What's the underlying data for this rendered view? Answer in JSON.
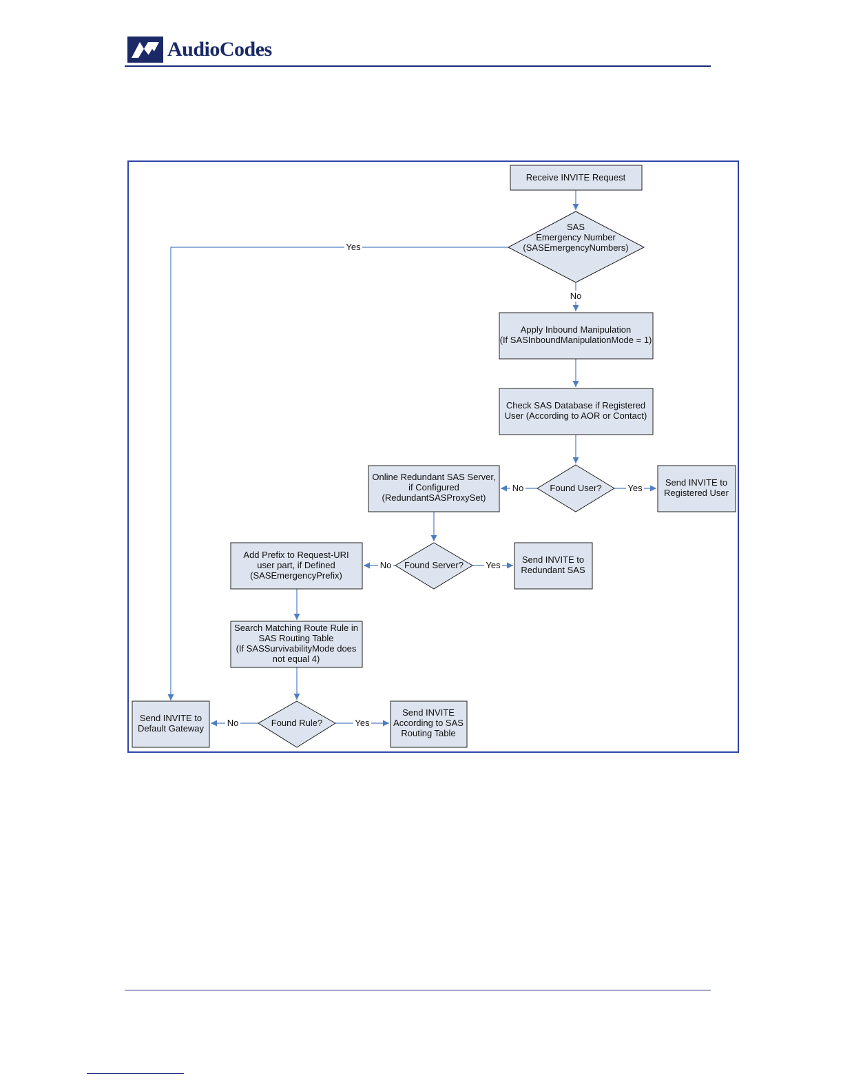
{
  "header": {
    "brand": "AudioCodes"
  },
  "diagram": {
    "receive": "Receive INVITE Request",
    "emergency": [
      "SAS",
      "Emergency Number",
      "(SASEmergencyNumbers)"
    ],
    "inbound": [
      "Apply Inbound Manipulation",
      "(If SASInboundManipulationMode = 1)"
    ],
    "check_db": [
      "Check SAS Database if Registered",
      "User (According to AOR or Contact)"
    ],
    "found_user": "Found User?",
    "send_registered": [
      "Send INVITE to",
      "Registered User"
    ],
    "redundant": [
      "Online Redundant SAS Server,",
      "if Configured",
      "(RedundantSASProxySet)"
    ],
    "found_server": "Found Server?",
    "send_redundant": [
      "Send INVITE to",
      "Redundant SAS"
    ],
    "add_prefix": [
      "Add Prefix to Request-URI",
      "user part, if Defined",
      "(SASEmergencyPrefix)"
    ],
    "search_rule": [
      "Search Matching Route Rule in",
      "SAS Routing Table",
      "(If SASSurvivabilityMode does",
      "not equal 4)"
    ],
    "found_rule": "Found Rule?",
    "send_routing": [
      "Send INVITE",
      "According to SAS",
      "Routing Table"
    ],
    "send_default": [
      "Send INVITE to",
      "Default Gateway"
    ],
    "labels": {
      "yes": "Yes",
      "no": "No"
    }
  }
}
